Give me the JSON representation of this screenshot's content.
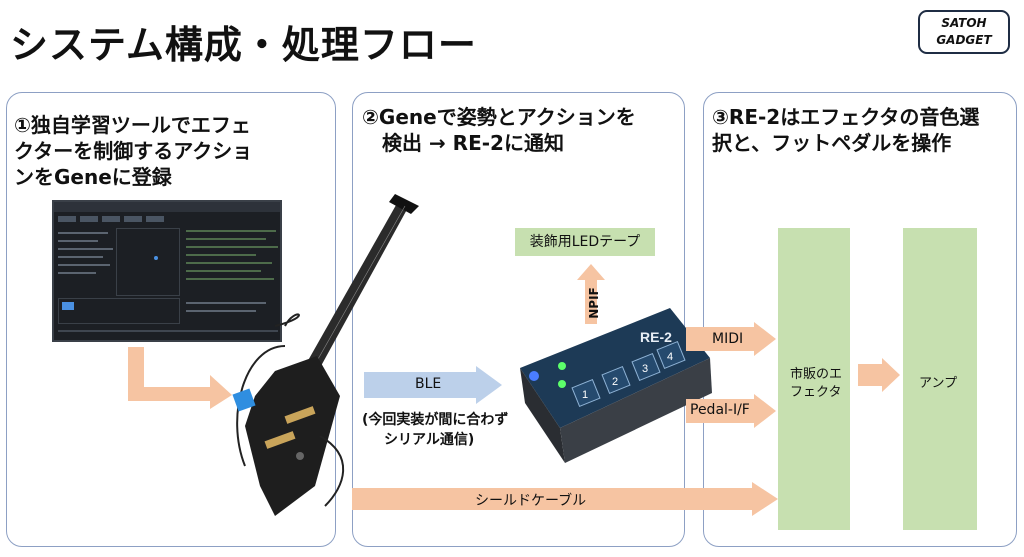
{
  "header": {
    "title": "システム構成・処理フロー",
    "logo_line1": "SATOH",
    "logo_line2": "GADGET"
  },
  "panels": [
    {
      "title_line1": "①独自学習ツールでエフェ",
      "title_line2": "クターを制御するアクショ",
      "title_line3": "ンをGeneに登録"
    },
    {
      "title_line1": "②Geneで姿勢とアクションを",
      "title_line2": "　検出 → RE-2に通知"
    },
    {
      "title_line1": "③RE-2はエフェクタの音色選",
      "title_line2": "択と、フットペダルを操作"
    }
  ],
  "diagram": {
    "led_tape": "装飾用LEDテープ",
    "npif": "NPIF",
    "ble": "BLE",
    "note_line1": "(今回実装が間に合わず",
    "note_line2": "シリアル通信)",
    "midi": "MIDI",
    "pedal": "Pedal-I/F",
    "effector_line1": "市販のエ",
    "effector_line2": "フェクタ",
    "amp": "アンプ",
    "shield_cable": "シールドケーブル",
    "device_label": "RE-2",
    "buttons": [
      "1",
      "2",
      "3",
      "4"
    ]
  },
  "colors": {
    "orange_arrow": "#f6c4a2",
    "blue_arrow": "#bcd0ea",
    "green_box": "#c7e0b0",
    "panel_border": "#8da0c4"
  }
}
